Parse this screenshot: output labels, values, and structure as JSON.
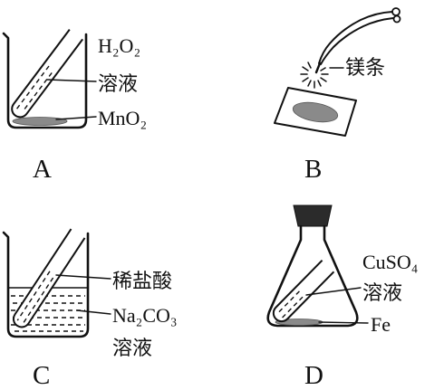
{
  "panels": {
    "a": {
      "letter": "A",
      "solution_line1": "H₂O₂",
      "solution_line2": "溶液",
      "solid": "MnO₂"
    },
    "b": {
      "letter": "B",
      "strip": "镁条"
    },
    "c": {
      "letter": "C",
      "acid": "稀盐酸",
      "solution_line1": "Na₂CO₃",
      "solution_line2": "溶液"
    },
    "d": {
      "letter": "D",
      "solution_line1": "CuSO₄",
      "solution_line2": "溶液",
      "metal": "Fe"
    }
  }
}
